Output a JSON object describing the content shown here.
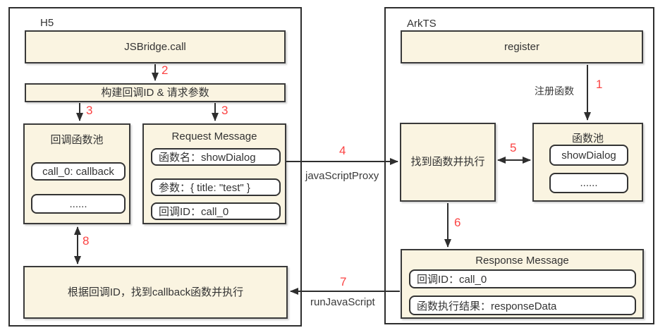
{
  "colors": {
    "box_fill": "#FAF4E1",
    "border": "#3A3A3A",
    "step_number_red": "#FB4343"
  },
  "h5": {
    "label": "H5",
    "jsbridge_call": "JSBridge.call",
    "build_request": "构建回调ID & 请求参数",
    "callback_pool": {
      "title": "回调函数池",
      "items": [
        "call_0: callback",
        "......"
      ]
    },
    "request_message": {
      "title": "Request Message",
      "items": [
        "函数名：showDialog",
        "参数：{ title: \"test\" }",
        "回调ID：call_0"
      ]
    },
    "execute_callback": "根据回调ID，找到callback函数并执行"
  },
  "arkts": {
    "label": "ArkTS",
    "register": "register",
    "find_and_execute": "找到函数并执行",
    "function_pool": {
      "title": "函数池",
      "items": [
        "showDialog",
        "......"
      ]
    },
    "response_message": {
      "title": "Response Message",
      "items": [
        "回调ID：call_0",
        "函数执行结果：responseData"
      ]
    }
  },
  "steps": {
    "s1": "1",
    "s2": "2",
    "s3a": "3",
    "s3b": "3",
    "s4": "4",
    "s5": "5",
    "s6": "6",
    "s7": "7",
    "s8": "8"
  },
  "edge_labels": {
    "register_fn": "注册函数",
    "javascript_proxy": "javaScriptProxy",
    "run_javascript": "runJavaScript"
  }
}
